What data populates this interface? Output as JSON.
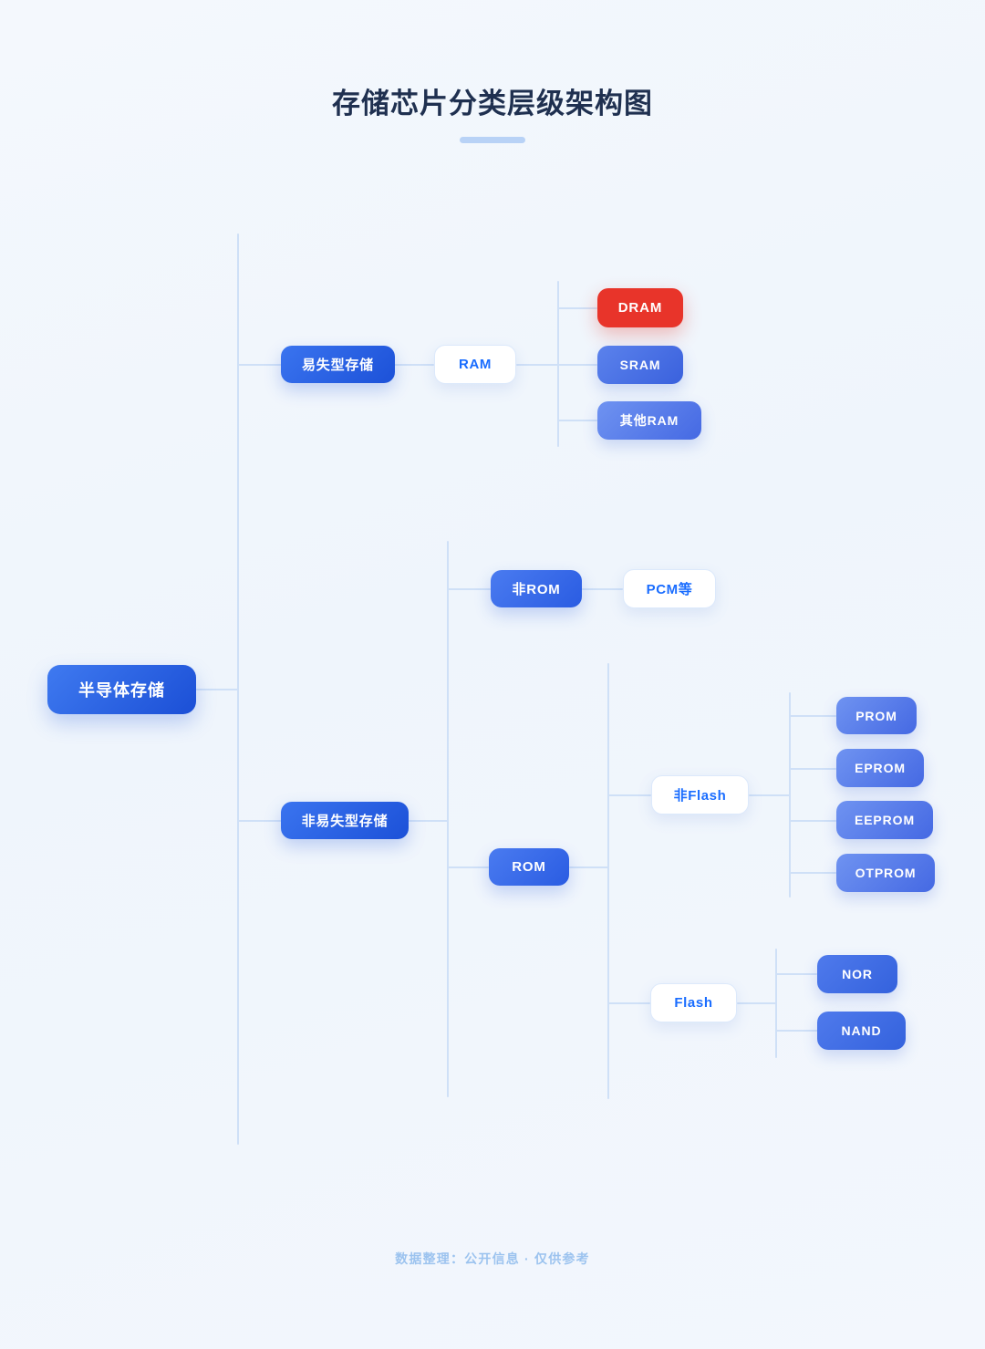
{
  "header": {
    "title": "存储芯片分类层级架构图"
  },
  "footer": {
    "text": "数据整理：公开信息 · 仅供参考"
  },
  "colors": {
    "background": "#f2f7fd",
    "title": "#1f3050",
    "rule": "#b8d2f6",
    "connector": "#cfe0f7",
    "root_gradient_from": "#3f7af0",
    "root_gradient_to": "#1b4fd6",
    "leaf_gradient_from": "#6f93f1",
    "leaf_gradient_to": "#4569e3",
    "white_node_text": "#1a6dff",
    "white_node_border": "#dce9fb",
    "highlight": "#e8342a",
    "footer_text": "#9cc3ef"
  },
  "diagram": {
    "type": "tree",
    "root": {
      "label": "半导体存储",
      "level": 0,
      "style": "root"
    },
    "branches": [
      {
        "label": "易失型存储",
        "level": 1,
        "style": "lvl2",
        "child": {
          "label": "RAM",
          "level": 2,
          "style": "white",
          "leaves": [
            {
              "label": "DRAM",
              "style": "danger"
            },
            {
              "label": "SRAM",
              "style": "leaf-strong"
            },
            {
              "label": "其他RAM",
              "style": "leaf"
            }
          ]
        }
      },
      {
        "label": "非易失型存储",
        "level": 1,
        "style": "lvl2",
        "children": [
          {
            "label": "非ROM",
            "level": 2,
            "style": "lvl3",
            "child": {
              "label": "PCM等",
              "level": 3,
              "style": "white"
            }
          },
          {
            "label": "ROM",
            "level": 2,
            "style": "lvl3",
            "children": [
              {
                "label": "非Flash",
                "level": 3,
                "style": "white",
                "leaves": [
                  {
                    "label": "PROM",
                    "style": "leaf"
                  },
                  {
                    "label": "EPROM",
                    "style": "leaf"
                  },
                  {
                    "label": "EEPROM",
                    "style": "leaf"
                  },
                  {
                    "label": "OTPROM",
                    "style": "leaf"
                  }
                ]
              },
              {
                "label": "Flash",
                "level": 3,
                "style": "white",
                "leaves": [
                  {
                    "label": "NOR",
                    "style": "leaf-mid"
                  },
                  {
                    "label": "NAND",
                    "style": "leaf-mid"
                  }
                ]
              }
            ]
          }
        ]
      }
    ]
  }
}
